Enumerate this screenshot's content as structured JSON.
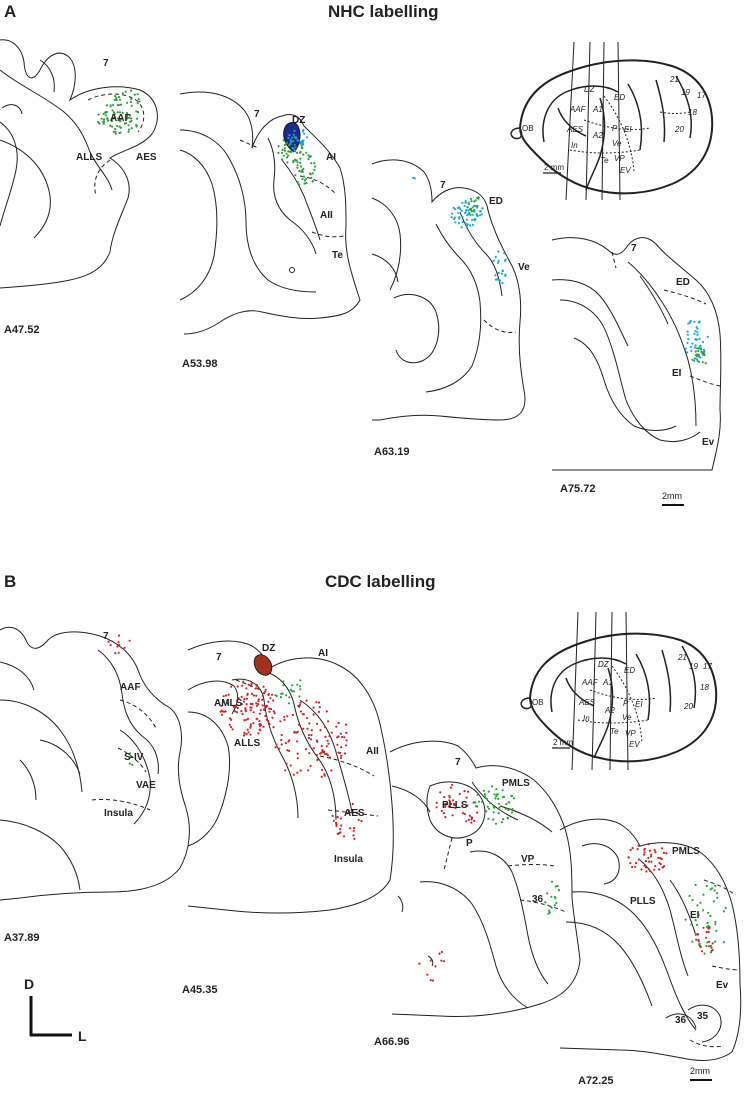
{
  "panels": [
    {
      "letter": "A",
      "title": "NHC labelling",
      "sections": [
        "A47.52",
        "A53.98",
        "A63.19",
        "A75.72"
      ],
      "scale": "2mm",
      "inset_scale": "2 mm"
    },
    {
      "letter": "B",
      "title": "CDC labelling",
      "sections": [
        "A37.89",
        "A45.35",
        "A66.96",
        "A72.25"
      ],
      "scale": "2mm",
      "inset_scale": "2 mm"
    }
  ],
  "orientation": {
    "dorsal": "D",
    "lateral": "L"
  },
  "area_labels": {
    "a": [
      "7",
      "AAF",
      "ALLS",
      "AES",
      "DZ",
      "AI",
      "AII",
      "Te",
      "ED",
      "Ve",
      "EI",
      "Ev"
    ],
    "b": [
      "7",
      "AAF",
      "S-IV",
      "VAE",
      "Insula",
      "DZ",
      "AI",
      "AMLS",
      "ALLS",
      "AII",
      "AES",
      "PMLS",
      "PLLS",
      "P",
      "VP",
      "36",
      "35"
    ]
  },
  "inset_labels": [
    "DZ",
    "ED",
    "21",
    "19",
    "17",
    "18",
    "20",
    "AAF",
    "A1",
    "AES",
    "A2",
    "P",
    "EI",
    "In",
    "Ve",
    "Te",
    "VP",
    "EV",
    "OB"
  ],
  "colors": {
    "outline": "#222222",
    "nhc_green": "#2e9e3e",
    "nhc_cyan": "#1aa7d6",
    "nhc_injection": "#1c2a8a",
    "cdc_red": "#c8252b",
    "cdc_green": "#2e9e3e",
    "cdc_injection": "#a0321e"
  }
}
